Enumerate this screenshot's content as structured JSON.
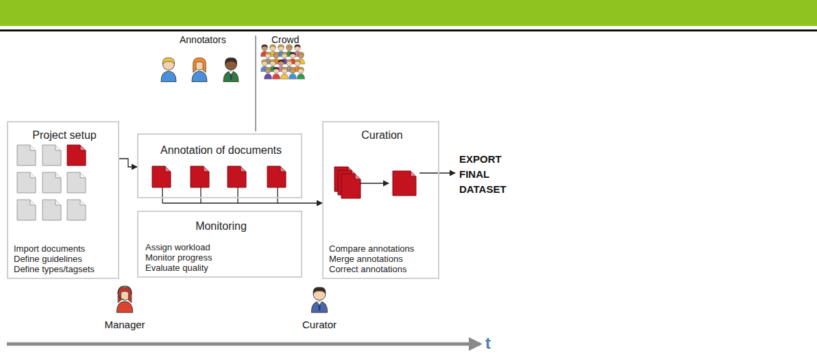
{
  "diagram": {
    "nodes": [
      {
        "text": [
          "Project setup",
          "Import documents",
          "Define guidelines",
          "Define types/tagsets"
        ]
      },
      {
        "text": [
          "Annotation of documents"
        ]
      },
      {
        "text": [
          "Monitoring",
          "Assign workload",
          "Monitor progress",
          "Evaluate quality"
        ]
      },
      {
        "text": [
          "Curation",
          "Compare annotations",
          "Merge annotations",
          "Correct annotations"
        ]
      }
    ],
    "edges": [
      {
        "from": 0,
        "to": 1,
        "arrow": "to"
      },
      {
        "from": 1,
        "to": 3,
        "arrow": "to"
      }
    ],
    "labels": [
      "Annotators",
      "Crowd",
      "EXPORT FINAL DATASET",
      "Manager",
      "Curator",
      "t"
    ]
  }
}
